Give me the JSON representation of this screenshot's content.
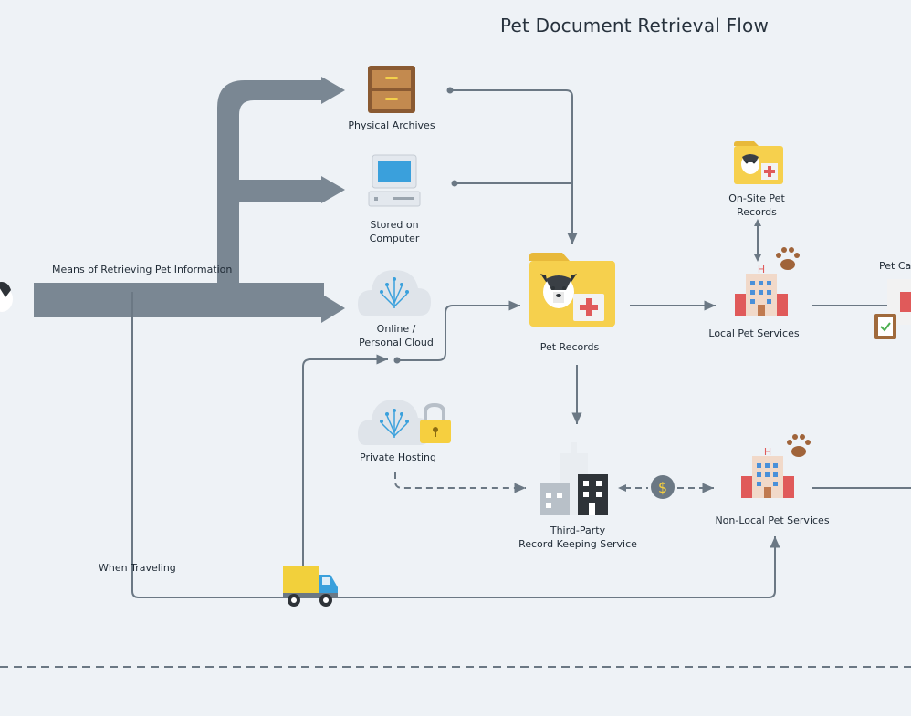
{
  "title": "Pet Document Retrieval Flow",
  "labels": {
    "means": "Means of Retrieving Pet Information",
    "physical_archives": "Physical Archives",
    "stored_on_computer_1": "Stored on",
    "stored_on_computer_2": "Computer",
    "online_1": "Online /",
    "online_2": "Personal Cloud",
    "private_hosting": "Private Hosting",
    "pet_records": "Pet Records",
    "onsite_1": "On-Site Pet",
    "onsite_2": "Records",
    "local_services": "Local Pet Services",
    "pet_care": "Pet Car",
    "third_party_1": "Third-Party",
    "third_party_2": "Record Keeping Service",
    "non_local_services": "Non-Local Pet Services",
    "when_traveling": "When Traveling",
    "dollar": "$"
  },
  "colors": {
    "background": "#eef2f6",
    "big_arrow": "#7a8793",
    "connector": "#6b7884",
    "folder": "#f6d04d",
    "cloud": "#dfe4ea",
    "building": "#f1d9c9",
    "truck": "#f2d03b"
  },
  "icons": [
    "dog-icon",
    "cabinet-icon",
    "computer-icon",
    "cloud-icon",
    "cloud-lock-icon",
    "pet-folder-icon",
    "hospital-icon",
    "paw-icon",
    "clipboard-icon",
    "city-buildings-icon",
    "dollar-icon",
    "truck-icon"
  ]
}
